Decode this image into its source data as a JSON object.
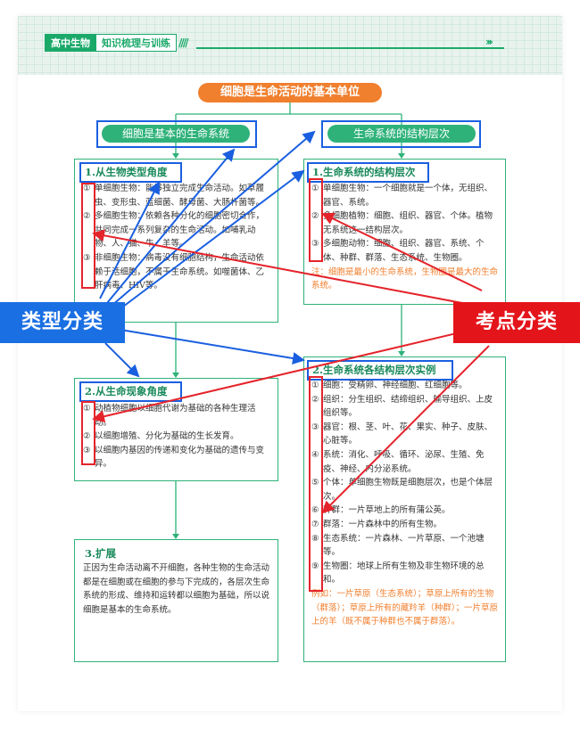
{
  "header": {
    "subject": "高中生物",
    "section": "知识梳理与训练",
    "slashes": "////",
    "chevrons": "›››"
  },
  "main_title": "细胞是生命活动的基本单位",
  "left_branch": "细胞是基本的生命系统",
  "right_branch": "生命系统的结构层次",
  "left_sections": [
    {
      "title": "1.从生物类型角度",
      "items": [
        {
          "num": "①",
          "text": "单细胞生物：能够独立完成生命活动。如草履虫、变形虫、蓝细菌、酵母菌、大肠杆菌等。"
        },
        {
          "num": "②",
          "text": "多细胞生物：依赖各种分化的细胞密切合作，共同完成一系列复杂的生命活动。如哺乳动物、人、猫、牛、羊等。"
        },
        {
          "num": "③",
          "text": "非细胞生物：病毒没有细胞结构，生命活动依赖于活细胞，不属于生命系统。如噬菌体、乙肝病毒、HIV等。"
        }
      ]
    },
    {
      "title": "2.从生命现象角度",
      "items": [
        {
          "num": "①",
          "text": "动植物细胞以细胞代谢为基础的各种生理活动。"
        },
        {
          "num": "②",
          "text": "以细胞增殖、分化为基础的生长发育。"
        },
        {
          "num": "③",
          "text": "以细胞内基因的传递和变化为基础的遗传与变异。"
        }
      ]
    },
    {
      "title": "3.扩展",
      "body": "正因为生命活动离不开细胞，各种生物的生命活动都是在细胞或在细胞的参与下完成的，各层次生命系统的形成、维持和运转都以细胞为基础，所以说细胞是基本的生命系统。"
    }
  ],
  "right_sections": [
    {
      "title": "1.生命系统的结构层次",
      "items": [
        {
          "num": "①",
          "text": "单细胞生物：一个细胞就是一个体，无组织、器官、系统。"
        },
        {
          "num": "②",
          "text": "多细胞植物：细胞、组织、器官、个体。植物无系统这一结构层次。"
        },
        {
          "num": "③",
          "text": "多细胞动物：细胞、组织、器官、系统、个体、种群、群落、生态系统、生物圈。"
        }
      ],
      "note": "注：细胞是最小的生命系统，生物圈是最大的生命系统。"
    },
    {
      "title": "2.生命系统各结构层次实例",
      "items": [
        {
          "num": "①",
          "text": "细胞：受精卵、神经细胞、红细胞等。"
        },
        {
          "num": "②",
          "text": "组织：分生组织、结缔组织、输导组织、上皮组织等。"
        },
        {
          "num": "③",
          "text": "器官：根、茎、叶、花、果实、种子、皮肤、心脏等。"
        },
        {
          "num": "④",
          "text": "系统：消化、呼吸、循环、泌尿、生殖、免疫、神经、内分泌系统。"
        },
        {
          "num": "⑤",
          "text": "个体：单细胞生物既是细胞层次，也是个体层次。"
        },
        {
          "num": "⑥",
          "text": "种群：一片草地上的所有蒲公英。"
        },
        {
          "num": "⑦",
          "text": "群落：一片森林中的所有生物。"
        },
        {
          "num": "⑧",
          "text": "生态系统：一片森林、一片草原、一个池塘等。"
        },
        {
          "num": "⑨",
          "text": "生物圈：地球上所有生物及非生物环境的总和。"
        }
      ],
      "note": "例如：一片草原（生态系统）；草原上所有的生物（群落）；草原上所有的藏羚羊（种群）；一片草原上的羊（既不属于种群也不属于群落）。"
    }
  ],
  "callouts": {
    "type_label": "类型分类",
    "point_label": "考点分类"
  },
  "colors": {
    "green": "#2eb27a",
    "orange": "#f07f2e",
    "blue_annotation": "#1a5fe0",
    "red_annotation": "#e4242b"
  }
}
